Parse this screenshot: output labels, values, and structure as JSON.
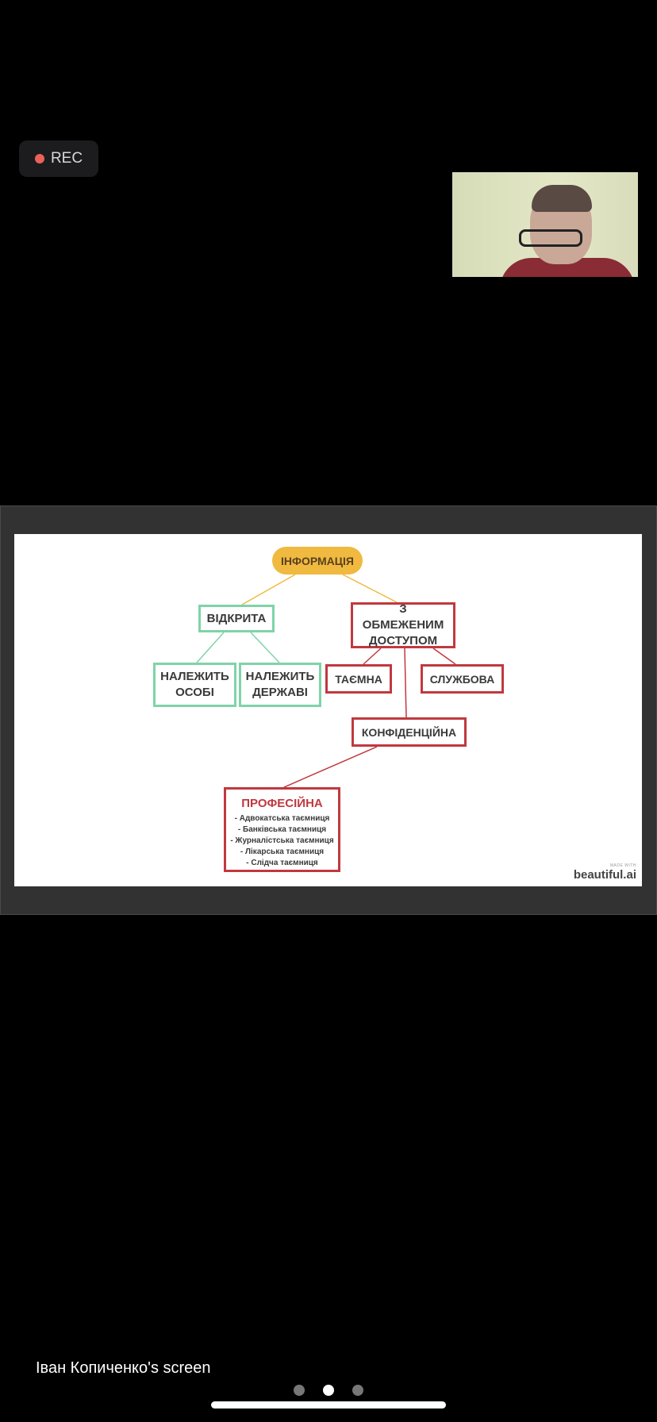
{
  "recording": {
    "label": "REC",
    "dot_color": "#e9625a"
  },
  "participant_video": {
    "icon": "camera-feed"
  },
  "slide": {
    "root": "ІНФОРМАЦІЯ",
    "open": "ВІДКРИТА",
    "restricted": "З ОБМЕЖЕНИМ ДОСТУПОМ",
    "open_children": [
      "НАЛЕЖИТЬ ОСОБІ",
      "НАЛЕЖИТЬ ДЕРЖАВІ"
    ],
    "secret": "ТАЄМНА",
    "service": "СЛУЖБОВА",
    "confidential": "КОНФІДЕНЦІЙНА",
    "professional": {
      "title": "ПРОФЕСІЙНА",
      "items": [
        "- Адвокатська таємниця",
        "- Банківська таємниця",
        "- Журналістська таємниця",
        "- Лікарська таємниця",
        "- Слідча таємниця"
      ]
    },
    "brand_small": "MADE WITH",
    "brand": "beautiful.ai",
    "colors": {
      "root": "#f0b940",
      "open": "#7fd3a8",
      "restricted": "#c0393f"
    }
  },
  "footer": {
    "owner": "Іван Копиченко's screen",
    "page_index": 2,
    "page_count": 3
  }
}
